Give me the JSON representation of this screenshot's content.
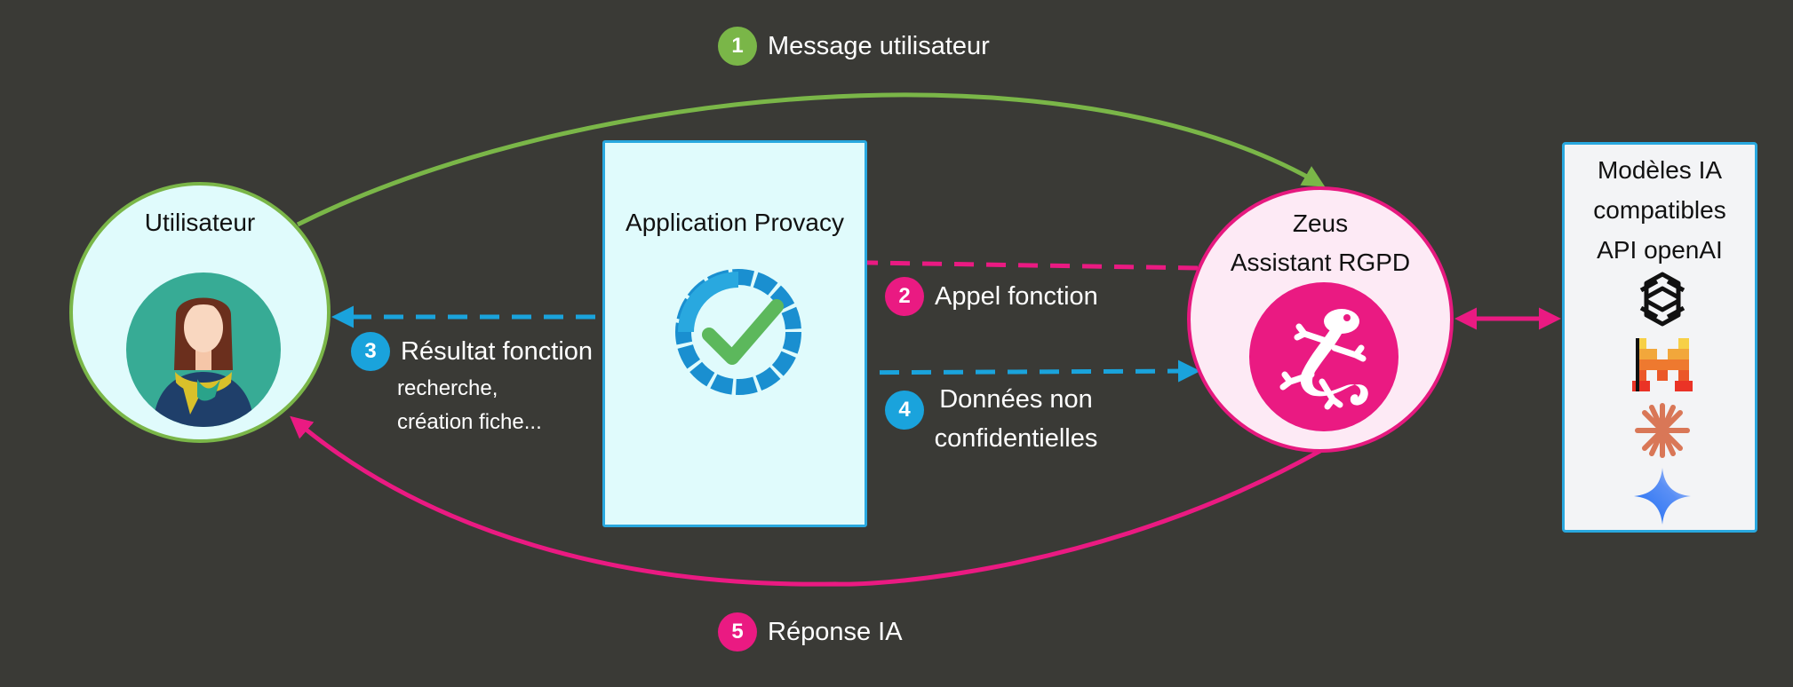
{
  "nodes": {
    "user": {
      "label": "Utilisateur"
    },
    "app": {
      "label": "Application Provacy"
    },
    "zeus": {
      "label_line1": "Zeus",
      "label_line2": "Assistant RGPD"
    },
    "models": {
      "label_line1": "Modèles IA",
      "label_line2": "compatibles",
      "label_line3": "API openAI",
      "icons": [
        "openai-icon",
        "mistral-icon",
        "claude-icon",
        "gemini-icon"
      ]
    }
  },
  "steps": {
    "s1": {
      "number": "1",
      "text": "Message utilisateur"
    },
    "s2": {
      "number": "2",
      "text": "Appel fonction"
    },
    "s3": {
      "number": "3",
      "text": "Résultat fonction",
      "detail_line1": "recherche,",
      "detail_line2": "création fiche..."
    },
    "s4": {
      "number": "4",
      "text_line1": "Données non",
      "text_line2": "confidentielles"
    },
    "s5": {
      "number": "5",
      "text": "Réponse IA"
    }
  },
  "colors": {
    "background": "#3a3a36",
    "green": "#7ab648",
    "pink": "#ea1a82",
    "blue": "#1aa3dc",
    "node_fill": "#e0fbfc"
  }
}
